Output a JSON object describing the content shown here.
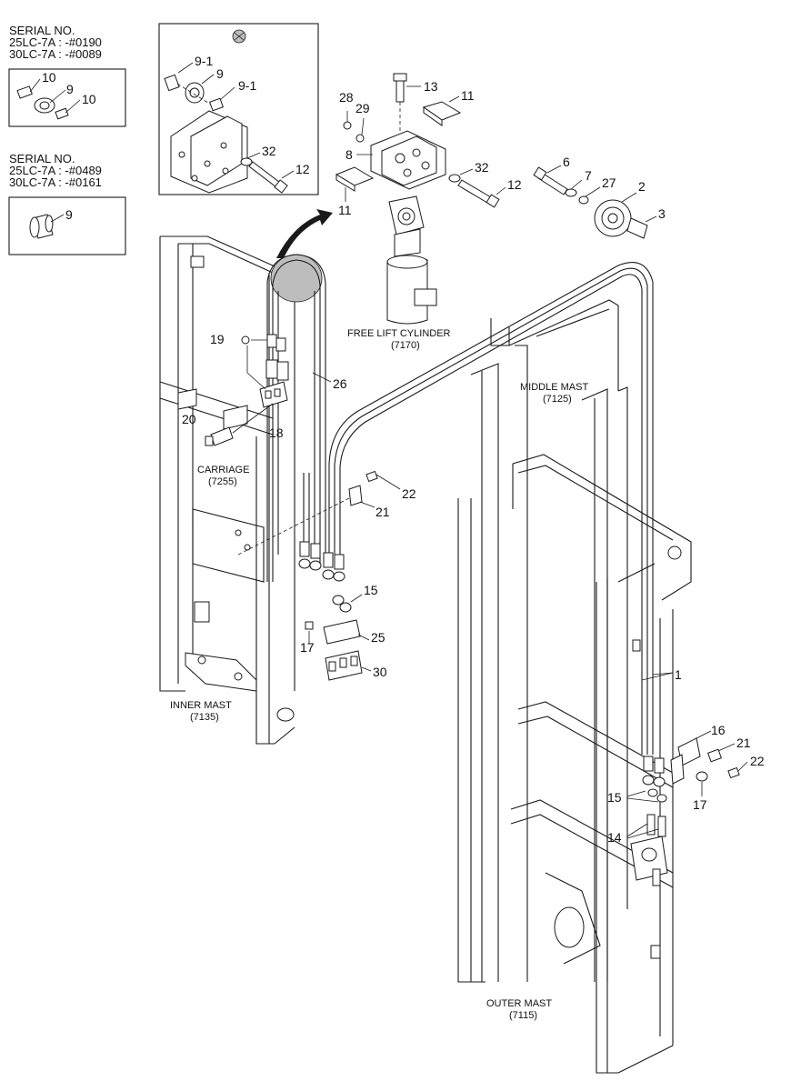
{
  "serial_notes": [
    {
      "title": "SERIAL NO.",
      "line1": "25LC-7A : -#0190",
      "line2": "30LC-7A : -#0089"
    },
    {
      "title": "SERIAL NO.",
      "line1": "25LC-7A : -#0489",
      "line2": "30LC-7A : -#0161"
    }
  ],
  "assemblies": {
    "free_lift_cylinder": {
      "name": "FREE LIFT CYLINDER",
      "code": "(7170)"
    },
    "middle_mast": {
      "name": "MIDDLE MAST",
      "code": "(7125)"
    },
    "carriage": {
      "name": "CARRIAGE",
      "code": "(7255)"
    },
    "inner_mast": {
      "name": "INNER MAST",
      "code": "(7135)"
    },
    "outer_mast": {
      "name": "OUTER MAST",
      "code": "(7115)"
    }
  },
  "callouts": {
    "c1": "1",
    "c2": "2",
    "c3": "3",
    "c6": "6",
    "c7": "7",
    "c8": "8",
    "c9a": "9",
    "c9b": "9",
    "c9c": "9",
    "c9_1a": "9-1",
    "c9_1b": "9-1",
    "c10a": "10",
    "c10b": "10",
    "c11a": "11",
    "c11b": "11",
    "c12a": "12",
    "c12b": "12",
    "c13": "13",
    "c14": "14",
    "c15a": "15",
    "c15b": "15",
    "c16": "16",
    "c17a": "17",
    "c17b": "17",
    "c18": "18",
    "c19": "19",
    "c20": "20",
    "c21a": "21",
    "c21b": "21",
    "c22a": "22",
    "c22b": "22",
    "c25": "25",
    "c26": "26",
    "c27": "27",
    "c28": "28",
    "c29": "29",
    "c30": "30",
    "c32a": "32",
    "c32b": "32"
  }
}
